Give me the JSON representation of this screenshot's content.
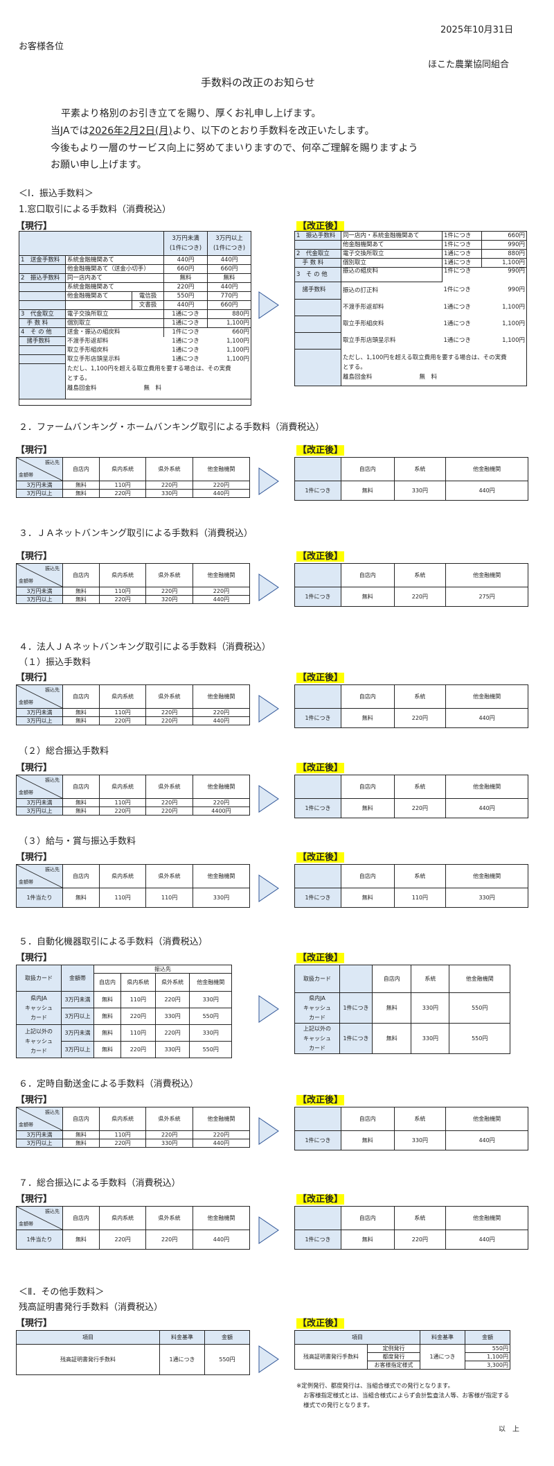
{
  "date": "2025年10月31日",
  "recipient": "お客様各位",
  "sender": "ほこた農業協同組合",
  "title": "手数料の改正のお知らせ",
  "intro": {
    "l1": "平素より格別のお引き立てを賜り、厚くお礼申し上げます。",
    "l2a": "当JAでは",
    "l2date": "2026年2月2日(月)",
    "l2b": "より、以下のとおり手数料を改正いたします。",
    "l3": "今後もより一層のサービス向上に努めてまいりますので、何卒ご理解を賜りますよう",
    "l4": "お願い申し上げます。"
  },
  "labels": {
    "current": "【現行】",
    "revised": "【改正後】",
    "crossTop": "振込先",
    "crossBottom": "金額帯"
  },
  "sec1": {
    "heading": "＜Ⅰ．振込手数料＞",
    "sub": "1.窓口取引による手数料（消費税込）",
    "cur_h1": "3万円未満",
    "cur_h1b": "(1件につき)",
    "cur_h2": "3万円以上",
    "cur_h2b": "(1件につき)",
    "rows": [
      {
        "c1": "1　送金手数料",
        "c2": "系統金融機関あて",
        "v1": "440円",
        "v2": "440円"
      },
      {
        "c1": "",
        "c2": "他金融機関あて（送金小切手）",
        "v1": "660円",
        "v2": "660円"
      },
      {
        "c1": "2　振込手数料",
        "c2": "同一店内あて",
        "v1": "無料",
        "v2": "無料"
      },
      {
        "c1": "",
        "c2": "系統金融機関あて",
        "v1": "220円",
        "v2": "440円"
      },
      {
        "c1": "",
        "c2": "他金融機関あて",
        "c3": "電信扱",
        "v1": "550円",
        "v2": "770円"
      },
      {
        "c1": "",
        "c2": "",
        "c3": "文書扱",
        "v1": "440円",
        "v2": "660円"
      },
      {
        "c1": "3　代金取立",
        "c2": "電子交換所取立",
        "v1": "1通につき",
        "v2": "880円"
      },
      {
        "c1": "　手 数 料",
        "c2": "個別取立",
        "v1": "1通につき",
        "v2": "1,100円"
      },
      {
        "c1": "4　そ の 他",
        "c2": "送金・振込の組戻料",
        "v1": "1件につき",
        "v2": "660円"
      },
      {
        "c1": "　諸手数料",
        "c2": "不渡手形返却料",
        "v1": "1通につき",
        "v2": "1,100円"
      },
      {
        "c1": "",
        "c2": "取立手形組戻料",
        "v1": "1通につき",
        "v2": "1,100円"
      },
      {
        "c1": "",
        "c2": "取立手形店頭呈示料",
        "v1": "1通につき",
        "v2": "1,100円"
      }
    ],
    "cur_note1": "ただし、1,100円を超える取立費用を要する場合は、その実費",
    "cur_note2": "とする。",
    "cur_note3": "離島回金料　　　　　　　　無　料",
    "new_rows": [
      {
        "c1": "1　振込手数料",
        "c2": "同一店内・系統金融機関あて",
        "u": "1件につき",
        "v": "660円"
      },
      {
        "c1": "",
        "c2": "他金融機関あて",
        "u": "1件につき",
        "v": "990円"
      },
      {
        "c1": "2　代金取立",
        "c2": "電子交換所取立",
        "u": "1通につき",
        "v": "880円"
      },
      {
        "c1": "　手 数 料",
        "c2": "個別取立",
        "u": "1通につき",
        "v": "1,100円"
      },
      {
        "c1": "3　そ の 他",
        "c2": "振込の組戻料",
        "u": "1件につき",
        "v": "990円"
      },
      {
        "c1": "　諸手数料",
        "c2": "振込の訂正料",
        "u": "1件につき",
        "v": "990円"
      },
      {
        "c1": "",
        "c2": "不渡手形返却料",
        "u": "1通につき",
        "v": "1,100円"
      },
      {
        "c1": "",
        "c2": "取立手形組戻料",
        "u": "1通につき",
        "v": "1,100円"
      },
      {
        "c1": "",
        "c2": "取立手形店頭呈示料",
        "u": "1通につき",
        "v": "1,100円"
      }
    ],
    "new_note1": "ただし、1,100円を超える取立費用を要する場合は、その実費",
    "new_note2": "とする。",
    "new_note3": "離島回金料　　　　　　　　無　料"
  },
  "cols4": [
    "自店内",
    "県内系統",
    "県外系統",
    "他金融機関"
  ],
  "cols3": [
    "自店内",
    "系統",
    "他金融機関"
  ],
  "bands": [
    "3万円未満",
    "3万円以上"
  ],
  "perItem": "1件につき",
  "perOne": "1件当たり",
  "sec2": {
    "heading": "２．ファームバンキング・ホームバンキング取引による手数料（消費税込）",
    "cur": [
      [
        "無料",
        "110円",
        "220円",
        "220円"
      ],
      [
        "無料",
        "220円",
        "330円",
        "440円"
      ]
    ],
    "new": [
      "無料",
      "330円",
      "440円"
    ]
  },
  "sec3": {
    "heading": "３．ＪＡネットバンキング取引による手数料（消費税込）",
    "cur": [
      [
        "無料",
        "110円",
        "220円",
        "220円"
      ],
      [
        "無料",
        "220円",
        "320円",
        "440円"
      ]
    ],
    "new": [
      "無料",
      "220円",
      "275円"
    ]
  },
  "sec4": {
    "heading": "４．法人ＪＡネットバンキング取引による手数料（消費税込）",
    "s1": "（１）振込手数料",
    "s2": "（２）総合振込手数料",
    "s3": "（３）給与・賞与振込手数料",
    "cur1": [
      [
        "無料",
        "110円",
        "220円",
        "220円"
      ],
      [
        "無料",
        "220円",
        "220円",
        "440円"
      ]
    ],
    "new1": [
      "無料",
      "220円",
      "440円"
    ],
    "cur2": [
      [
        "無料",
        "110円",
        "220円",
        "220円"
      ],
      [
        "無料",
        "220円",
        "220円",
        "4400円"
      ]
    ],
    "new2": [
      "無料",
      "220円",
      "440円"
    ],
    "cur3": [
      "無料",
      "110円",
      "110円",
      "330円"
    ],
    "new3": [
      "無料",
      "110円",
      "330円"
    ]
  },
  "sec5": {
    "heading": "５．自動化機器取引による手数料（消費税込）",
    "hCard": "取扱カード",
    "hBand": "金額帯",
    "hDest": "振込先",
    "card1": "県内JA\nキャッシュ\nカード",
    "card2": "上記以外の\nキャッシュ\nカード",
    "card1a": "県内JA",
    "card1b": "キャッシュ",
    "card1c": "カード",
    "card2a": "上記以外の",
    "card2b": "キャッシュ",
    "card2c": "カード",
    "cur": [
      [
        "無料",
        "110円",
        "220円",
        "330円"
      ],
      [
        "無料",
        "220円",
        "330円",
        "550円"
      ],
      [
        "無料",
        "110円",
        "220円",
        "330円"
      ],
      [
        "無料",
        "220円",
        "330円",
        "550円"
      ]
    ],
    "new1": [
      "無料",
      "330円",
      "550円"
    ],
    "new2": [
      "無料",
      "330円",
      "550円"
    ]
  },
  "sec6": {
    "heading": "６．定時自動送金による手数料（消費税込）",
    "cur": [
      [
        "無料",
        "110円",
        "220円",
        "220円"
      ],
      [
        "無料",
        "220円",
        "330円",
        "440円"
      ]
    ],
    "new": [
      "無料",
      "330円",
      "440円"
    ]
  },
  "sec7": {
    "heading": "７．総合振込による手数料（消費税込）",
    "cur": [
      "無料",
      "220円",
      "220円",
      "440円"
    ],
    "new": [
      "無料",
      "220円",
      "440円"
    ]
  },
  "sec8": {
    "heading": "＜Ⅱ．その他手数料＞",
    "sub": "残高証明書発行手数料（消費税込）",
    "hItem": "項目",
    "hBase": "料金基準",
    "hAmt": "金額",
    "item": "残高証明書発行手数料",
    "base": "1通につき",
    "amt": "550円",
    "sub1": "定例発行",
    "sub2": "都度発行",
    "sub3": "お客様指定様式",
    "a1": "550円",
    "a2": "1,100円",
    "a3": "3,300円",
    "n1": "※定例発行、都度発行は、当組合様式での発行となります。",
    "n2": "お客様指定様式とは、当組合様式によらず会計監査法人等、お客様が指定する",
    "n3": "様式での発行となります。"
  },
  "end": "以　上"
}
